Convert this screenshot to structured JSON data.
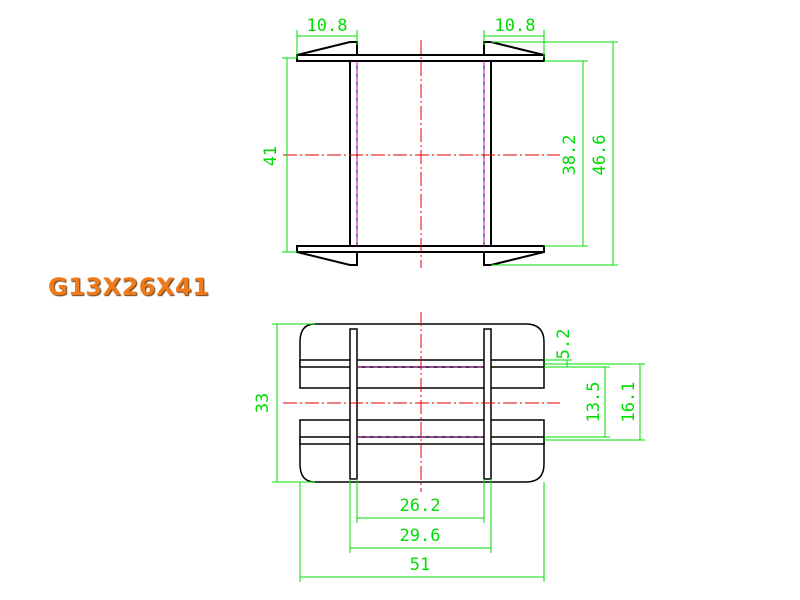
{
  "title": "G13X26X41",
  "colors": {
    "outline": "#000000",
    "dimension": "#00dd00",
    "centerline": "#e00000",
    "hidden": "#cc00cc",
    "title": "#f07a1a"
  },
  "dimensions": {
    "top_flange_left": "10.8",
    "top_flange_right": "10.8",
    "total_height": "41",
    "inner_height": "38.2",
    "outer_height": "46.6",
    "slot_width": "5.2",
    "inner_depth": "13.5",
    "outer_depth": "16.1",
    "bottom_depth": "33",
    "inner_width": "26.2",
    "mid_width": "29.6",
    "total_width": "51"
  }
}
